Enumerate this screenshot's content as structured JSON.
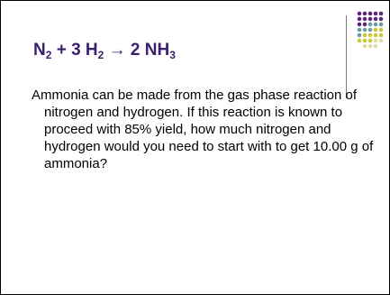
{
  "slide": {
    "title_parts": {
      "n": "N",
      "n_sub": "2",
      "plus_3h": " + 3 H",
      "h_sub": "2",
      "arrow_2nh": " → 2 NH",
      "nh_sub": "3"
    },
    "body": "Ammonia can be made from the gas phase reaction of nitrogen and hydrogen.  If this reaction is known to proceed with 85% yield, how much nitrogen and hydrogen would you need to start with to get 10.00 g of ammonia?"
  },
  "colors": {
    "title": "#3b1f6e",
    "dot_purple": "#5b2a7e",
    "dot_teal": "#6f9aa0",
    "dot_yellow": "#c8c83a",
    "dot_light": "#dcdca0"
  }
}
